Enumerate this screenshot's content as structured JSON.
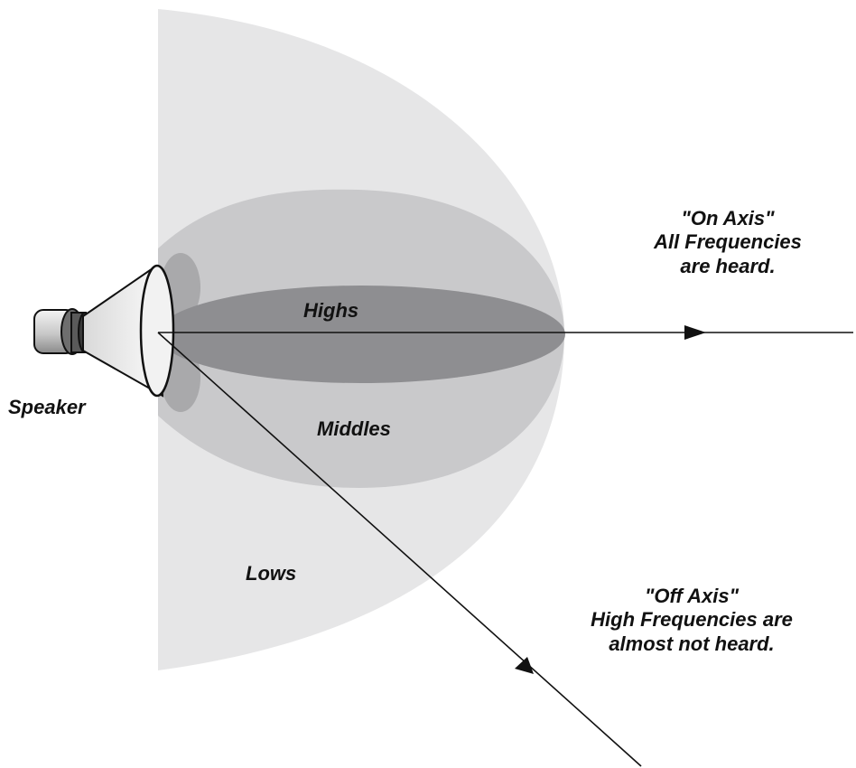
{
  "labels": {
    "speaker": "Speaker",
    "highs": "Highs",
    "middles": "Middles",
    "lows": "Lows"
  },
  "on_axis": {
    "line1": "\"On Axis\"",
    "line2": "All Frequencies",
    "line3": "are heard."
  },
  "off_axis": {
    "line1": "\"Off Axis\"",
    "line2": "High Frequencies are",
    "line3": "almost not heard."
  },
  "colors": {
    "lows_zone": "#e6e6e7",
    "middles_zone": "#c9c9cb",
    "highs_zone": "#8e8e91",
    "speaker_body": "#cfcfd0",
    "speaker_cone": "#f2f2f2",
    "axis_line": "#111111"
  }
}
